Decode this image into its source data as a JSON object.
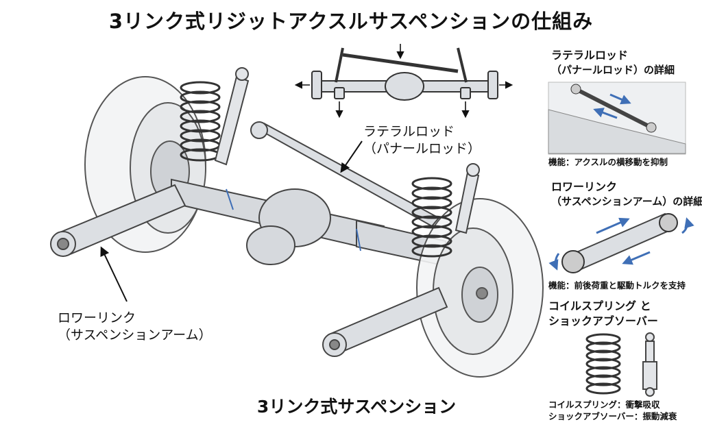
{
  "title": "3リンク式リジットアクスルサスペンションの仕組み",
  "bottom_title": "3リンク式サスペンション",
  "callouts": {
    "lateral_rod_line1": "ラテラルロッド",
    "lateral_rod_line2": "（パナールロッド）",
    "lower_link_line1": "ロワーリンク",
    "lower_link_line2": "（サスペンションアーム）"
  },
  "side_panel": {
    "lateral": {
      "heading_line1": "ラテラルロッド",
      "heading_line2": "（パナールロッド）の詳細",
      "function": "機能：アクスルの横移動を抑制"
    },
    "lower": {
      "heading_line1": "ロワーリンク",
      "heading_line2": "（サスペンションアーム）の詳細",
      "function": "機能：前後荷重と駆動トルクを支持"
    },
    "spring": {
      "heading_line1": "コイルスプリング と",
      "heading_line2": "ショックアブソーバー",
      "function_line1": "コイルスプリング：衝撃吸収",
      "function_line2": "ショックアブソーバー：振動減衰"
    }
  },
  "colors": {
    "arrow_blue": "#3f6fb6",
    "metal": "#d4d7db",
    "outline": "#333333"
  }
}
